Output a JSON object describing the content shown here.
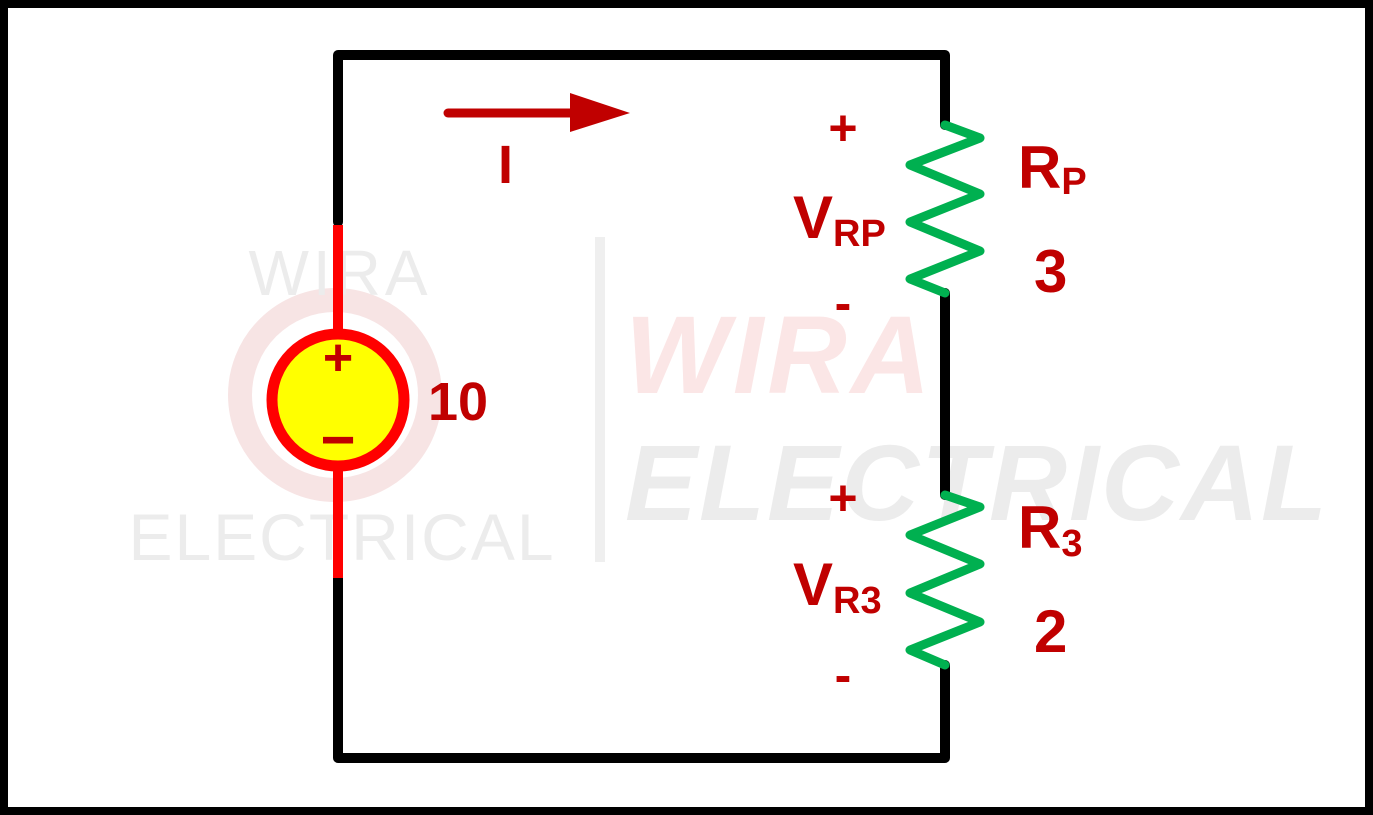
{
  "watermark": {
    "logo_top": "WIRA",
    "logo_bottom": "ELECTRICAL",
    "big_top": "WIRA",
    "big_bottom": "ELECTRICAL"
  },
  "source": {
    "value": "10",
    "plus": "+",
    "minus": "−"
  },
  "current": {
    "label": "I"
  },
  "rp": {
    "name_main": "R",
    "name_sub": "P",
    "value": "3",
    "v_main": "V",
    "v_sub": "RP",
    "plus": "+",
    "minus": "-"
  },
  "r3": {
    "name_main": "R",
    "name_sub": "3",
    "value": "2",
    "v_main": "V",
    "v_sub": "R3",
    "plus": "+",
    "minus": "-"
  },
  "colors": {
    "wire": "#000000",
    "source_wire": "#ff0000",
    "source_fill": "#ffff00",
    "resistor": "#00b050",
    "label": "#c00000"
  }
}
